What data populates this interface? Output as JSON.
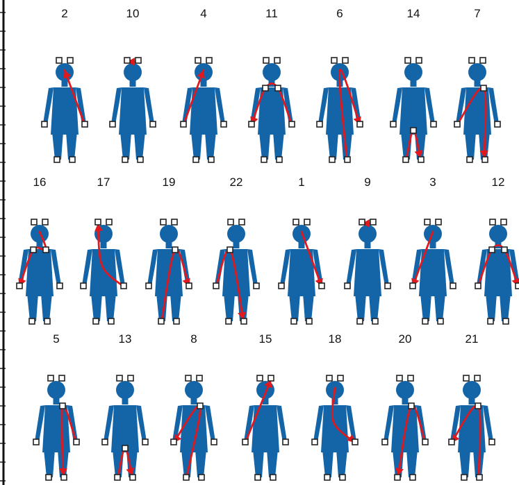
{
  "colors": {
    "body": "#1464a8",
    "path": "#e0191e",
    "marker_fill": "#ffffff",
    "marker_stroke": "#222222",
    "label": "#111111"
  },
  "rows": [
    {
      "figures": [
        {
          "label": "2",
          "gesture": {
            "from": "right-hand",
            "to": "head"
          }
        },
        {
          "label": "10",
          "gesture": {
            "from": "head-right",
            "to": "head-left"
          }
        },
        {
          "label": "4",
          "gesture": {
            "from": "left-hand",
            "to": "head"
          }
        },
        {
          "label": "11",
          "gesture": {
            "from": "right-hand",
            "via": [
              "right-shoulder",
              "left-shoulder"
            ],
            "to": "left-hand"
          }
        },
        {
          "label": "6",
          "gesture": {
            "from": "right-foot",
            "via": [
              "head"
            ],
            "to": "right-hand"
          }
        },
        {
          "label": "14",
          "gesture": {
            "from": "left-foot",
            "via": [
              "crotch"
            ],
            "to": "right-foot"
          }
        },
        {
          "label": "7",
          "gesture": {
            "from": "left-hand",
            "via": [
              "right-shoulder"
            ],
            "to": "right-foot"
          }
        }
      ]
    },
    {
      "figures": [
        {
          "label": "16",
          "gesture": {
            "from": "head",
            "via": [
              "right-shoulder",
              "left-shoulder"
            ],
            "to": "left-hand"
          }
        },
        {
          "label": "17",
          "gesture": {
            "from": "right-hand",
            "via": [
              "chest"
            ],
            "to": "head-left"
          }
        },
        {
          "label": "19",
          "gesture": {
            "from": "left-foot",
            "via": [
              "right-shoulder"
            ],
            "to": "right-hand"
          }
        },
        {
          "label": "22",
          "gesture": {
            "from": "left-hand",
            "via": [
              "left-shoulder"
            ],
            "to": "right-foot"
          }
        },
        {
          "label": "1",
          "gesture": {
            "from": "head",
            "to": "right-hand"
          }
        },
        {
          "label": "9",
          "gesture": {
            "from": "head-right",
            "to": "head-left"
          }
        },
        {
          "label": "3",
          "gesture": {
            "from": "head",
            "to": "left-hand"
          }
        },
        {
          "label": "12",
          "gesture": {
            "from": "left-hand",
            "via": [
              "left-shoulder",
              "right-shoulder"
            ],
            "to": "right-hand"
          }
        }
      ]
    },
    {
      "figures": [
        {
          "label": "5",
          "gesture": {
            "from": "right-hand",
            "via": [
              "right-shoulder"
            ],
            "to": "right-foot"
          }
        },
        {
          "label": "13",
          "gesture": {
            "from": "left-foot",
            "via": [
              "crotch"
            ],
            "to": "right-foot"
          }
        },
        {
          "label": "8",
          "gesture": {
            "from": "left-foot",
            "via": [
              "right-shoulder"
            ],
            "to": "left-hand"
          }
        },
        {
          "label": "15",
          "gesture": {
            "from": "left-hand",
            "to": "head-right"
          }
        },
        {
          "label": "18",
          "gesture": {
            "from": "head",
            "via": [
              "chest"
            ],
            "to": "right-hand"
          }
        },
        {
          "label": "20",
          "gesture": {
            "from": "right-hand",
            "via": [
              "right-shoulder"
            ],
            "to": "left-foot"
          }
        },
        {
          "label": "21",
          "gesture": {
            "from": "right-foot",
            "via": [
              "right-shoulder"
            ],
            "to": "left-hand"
          }
        }
      ]
    }
  ]
}
